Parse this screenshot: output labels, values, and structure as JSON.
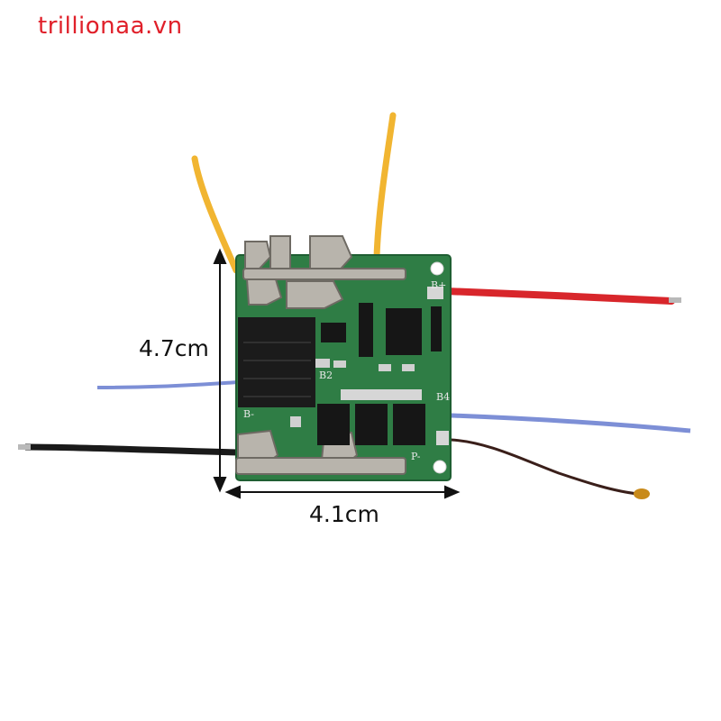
{
  "watermark": "trillionaa.vn",
  "dimensions": {
    "height_label": "4.7cm",
    "width_label": "4.1cm"
  },
  "board_markings": [
    "B-",
    "B2",
    "B4",
    "B+",
    "P-"
  ],
  "colors": {
    "pcb": "#2f7d45",
    "pcb_dark": "#1f5e32",
    "wire_red": "#d8262b",
    "wire_blue": "#7d8fd6",
    "wire_yellow": "#f1b531",
    "wire_black": "#1a1a1a",
    "wire_brown": "#3a1f1a",
    "watermark": "#e0202a"
  }
}
